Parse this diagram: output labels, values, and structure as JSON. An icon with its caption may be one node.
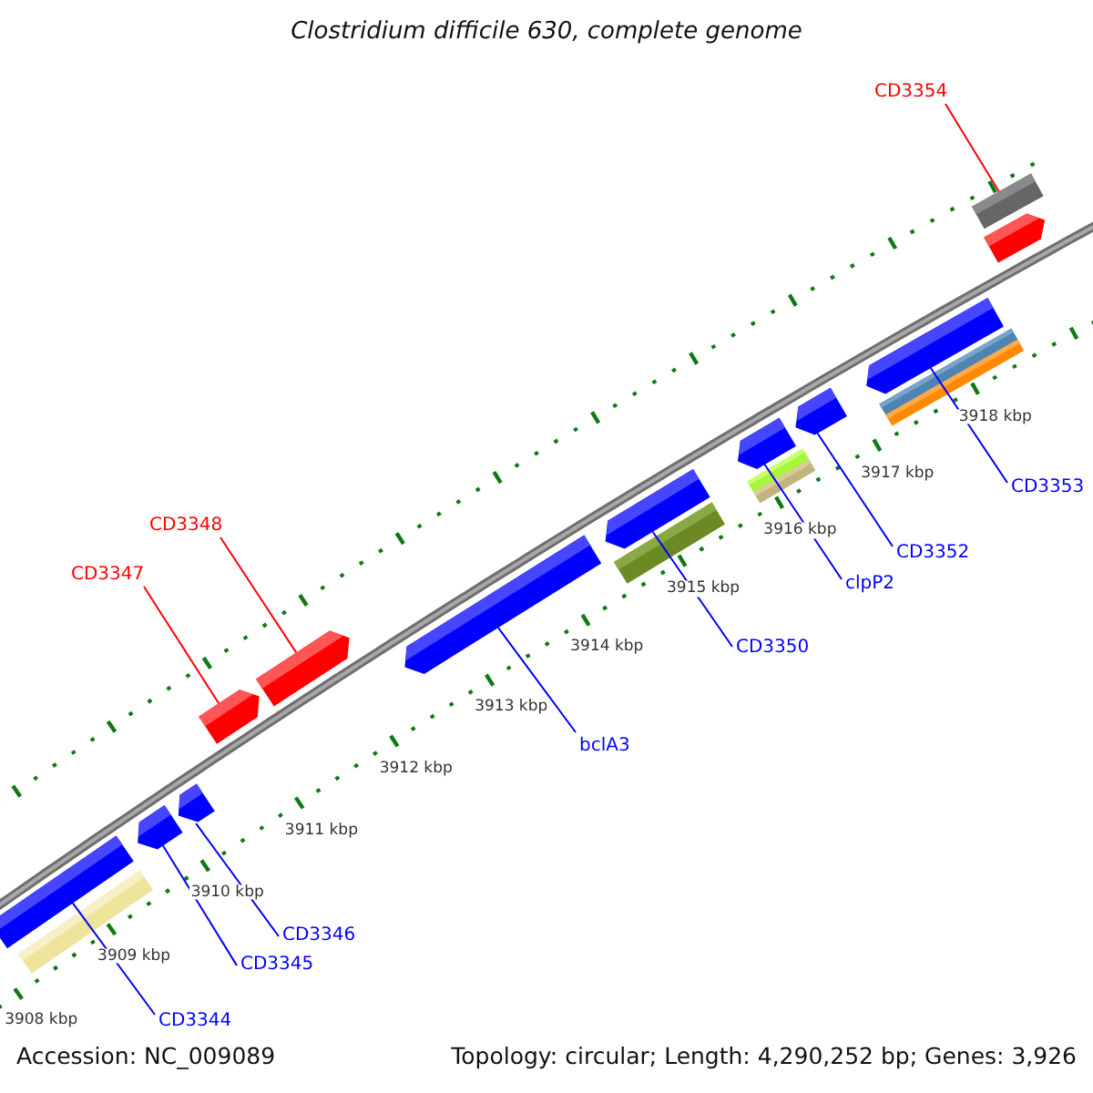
{
  "diagram": {
    "title": "Clostridium difficile 630, complete genome",
    "nodes": [
      {
        "text": [],
        "shape": "arrow"
      },
      {
        "text": [],
        "shape": "bar"
      },
      {
        "text": [],
        "shape": "arrow"
      },
      {
        "text": [],
        "shape": "arrow"
      },
      {
        "text": [],
        "shape": "arrow"
      },
      {
        "text": [],
        "shape": "arrow"
      },
      {
        "text": [],
        "shape": "arrow"
      },
      {
        "text": [],
        "shape": "arrow"
      },
      {
        "text": [],
        "shape": "bar"
      },
      {
        "text": [],
        "shape": "arrow"
      },
      {
        "text": [],
        "shape": "bar"
      },
      {
        "text": [],
        "shape": "bar"
      },
      {
        "text": [],
        "shape": "arrow"
      },
      {
        "text": [],
        "shape": "arrow"
      },
      {
        "text": [],
        "shape": "bar"
      },
      {
        "text": [],
        "shape": "bar"
      },
      {
        "text": [],
        "shape": "bar"
      },
      {
        "text": [],
        "shape": "arrow"
      },
      {
        "text": [
          "CD3344"
        ]
      },
      {
        "text": [
          "CD3345"
        ]
      },
      {
        "text": [
          "CD3346"
        ]
      },
      {
        "text": [
          "CD3347"
        ]
      },
      {
        "text": [
          "CD3348"
        ]
      },
      {
        "text": [
          "bclA3"
        ]
      },
      {
        "text": [
          "CD3350"
        ]
      },
      {
        "text": [
          "clpP2"
        ]
      },
      {
        "text": [
          "CD3352"
        ]
      },
      {
        "text": [
          "CD3353"
        ]
      },
      {
        "text": [
          "CD3354"
        ]
      }
    ],
    "edges": [
      {
        "from": 18,
        "to": 0,
        "arrow": "none"
      },
      {
        "from": 19,
        "to": 2,
        "arrow": "none"
      },
      {
        "from": 20,
        "to": 3,
        "arrow": "none"
      },
      {
        "from": 21,
        "to": 4,
        "arrow": "none",
        "color": "#ff0000"
      },
      {
        "from": 22,
        "to": 5,
        "arrow": "none",
        "color": "#ff0000"
      },
      {
        "from": 23,
        "to": 6,
        "arrow": "none"
      },
      {
        "from": 24,
        "to": 7,
        "arrow": "none"
      },
      {
        "from": 25,
        "to": 9,
        "arrow": "none"
      },
      {
        "from": 26,
        "to": 12,
        "arrow": "none"
      },
      {
        "from": 27,
        "to": 13,
        "arrow": "none"
      },
      {
        "from": 28,
        "to": 16,
        "arrow": "none",
        "color": "#ff0000"
      }
    ],
    "labels": [
      "3908 kbp",
      "3909 kbp",
      "3910 kbp",
      "3911 kbp",
      "3912 kbp",
      "3913 kbp",
      "3914 kbp",
      "3915 kbp",
      "3916 kbp",
      "3917 kbp",
      "3918 kbp",
      "Accession: NC_009089",
      "Topology: circular; Length: 4,290,252 bp; Genes: 3,926"
    ]
  }
}
